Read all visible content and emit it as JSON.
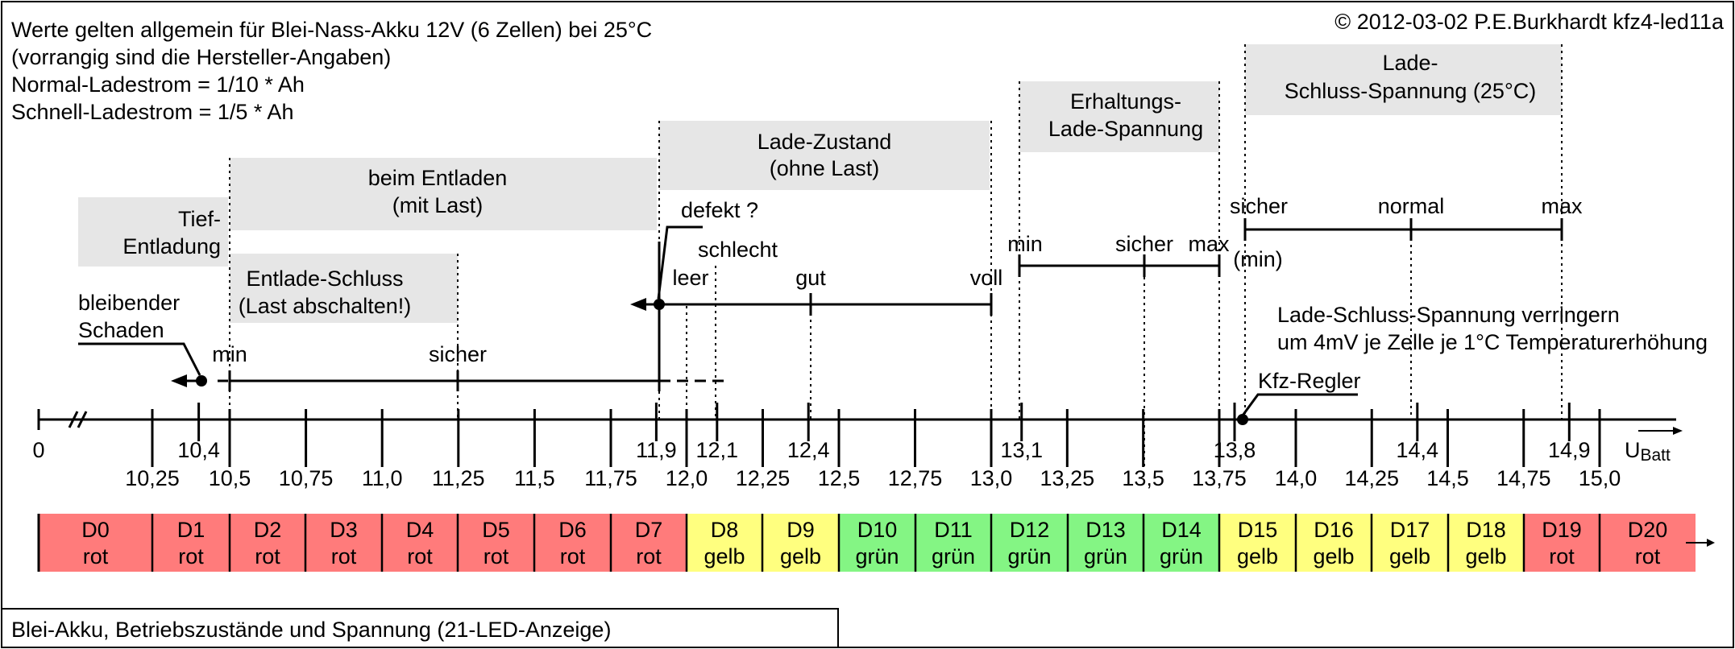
{
  "header": {
    "lines": [
      "Werte gelten allgemein für Blei-Nass-Akku 12V (6 Zellen) bei 25°C",
      "(vorrangig sind die Hersteller-Angaben)",
      "Normal-Ladestrom = 1/10 * Ah",
      "Schnell-Ladestrom = 1/5 * Ah"
    ],
    "copyright": "© 2012-03-02 P.E.Burkhardt kfz4-led11a"
  },
  "regions": {
    "tiefentladung": [
      "Tief-",
      "Entladung"
    ],
    "entladen": [
      "beim Entladen",
      "(mit Last)"
    ],
    "entladeschluss": [
      "Entlade-Schluss",
      "(Last abschalten!)"
    ],
    "ladezustand": [
      "Lade-Zustand",
      "(ohne Last)"
    ],
    "erhaltung": [
      "Erhaltungs-",
      "Lade-Spannung"
    ],
    "ladeschluss": [
      "Lade-",
      "Schluss-Spannung (25°C)"
    ]
  },
  "labels": {
    "bleibender": [
      "bleibender",
      "Schaden"
    ],
    "min": "min",
    "sicher": "sicher",
    "defekt": "defekt ?",
    "schlecht": "schlecht",
    "leer": "leer",
    "gut": "gut",
    "voll": "voll",
    "erh_min": "min",
    "erh_sicher": "sicher",
    "erh_max": "max",
    "ls_sicher": "sicher",
    "ls_normal": "normal",
    "ls_max": "max",
    "ls_min": "(min)",
    "temp_note": [
      "Lade-Schluss-Spannung verringern",
      "um 4mV je Zelle je 1°C Temperaturerhöhung"
    ],
    "kfz": "Kfz-Regler"
  },
  "axis": {
    "zero": "0",
    "unit_main": "U",
    "unit_sub": "Batt",
    "upper_ticks": [
      "10,4",
      "11,9",
      "12,1",
      "12,4",
      "13,1",
      "13,8",
      "14,4",
      "14,9"
    ],
    "lower_ticks": [
      "10,25",
      "10,5",
      "10,75",
      "11,0",
      "11,25",
      "11,5",
      "11,75",
      "12,0",
      "12,25",
      "12,5",
      "12,75",
      "13,0",
      "13,25",
      "13,5",
      "13,75",
      "14,0",
      "14,25",
      "14,5",
      "14,75",
      "15,0"
    ]
  },
  "leds": [
    {
      "name": "D0",
      "color": "rot"
    },
    {
      "name": "D1",
      "color": "rot"
    },
    {
      "name": "D2",
      "color": "rot"
    },
    {
      "name": "D3",
      "color": "rot"
    },
    {
      "name": "D4",
      "color": "rot"
    },
    {
      "name": "D5",
      "color": "rot"
    },
    {
      "name": "D6",
      "color": "rot"
    },
    {
      "name": "D7",
      "color": "rot"
    },
    {
      "name": "D8",
      "color": "gelb"
    },
    {
      "name": "D9",
      "color": "gelb"
    },
    {
      "name": "D10",
      "color": "grün"
    },
    {
      "name": "D11",
      "color": "grün"
    },
    {
      "name": "D12",
      "color": "grün"
    },
    {
      "name": "D13",
      "color": "grün"
    },
    {
      "name": "D14",
      "color": "grün"
    },
    {
      "name": "D15",
      "color": "gelb"
    },
    {
      "name": "D16",
      "color": "gelb"
    },
    {
      "name": "D17",
      "color": "gelb"
    },
    {
      "name": "D18",
      "color": "gelb"
    },
    {
      "name": "D19",
      "color": "rot"
    },
    {
      "name": "D20",
      "color": "rot"
    }
  ],
  "colors": {
    "rot": "#ff7b7b",
    "gelb": "#ffff7f",
    "grün": "#84f584",
    "band": "#e6e6e6"
  },
  "caption": "Blei-Akku, Betriebszustände und Spannung (21-LED-Anzeige)"
}
